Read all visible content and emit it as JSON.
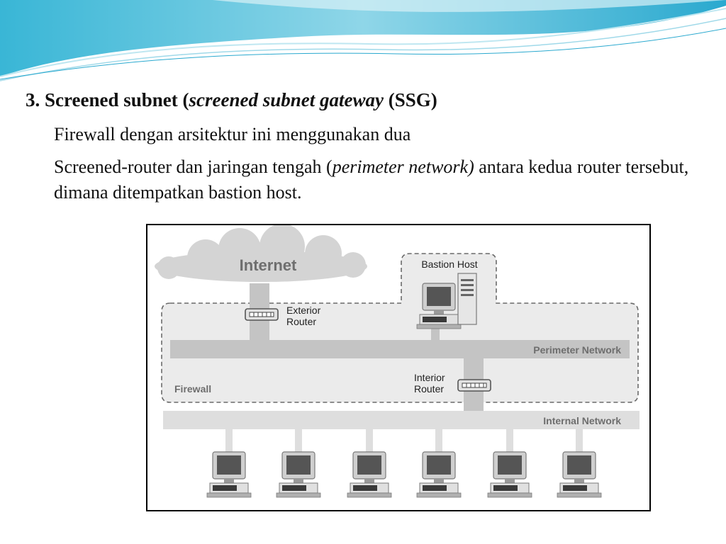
{
  "slide": {
    "heading": {
      "prefix": "3. Screened subnet (",
      "italic": "screened subnet gateway",
      "suffix": " (SSG)"
    },
    "para1": "Firewall dengan arsitektur ini menggunakan dua",
    "para2": {
      "before": "Screened-router dan jaringan tengah (",
      "italic": "perimeter network)",
      "after": " antara kedua router tersebut, dimana ditempatkan bastion host."
    }
  },
  "diagram": {
    "internet": "Internet",
    "bastion_host": "Bastion Host",
    "exterior_router": [
      "Exterior",
      "Router"
    ],
    "interior_router": [
      "Interior",
      "Router"
    ],
    "perimeter_network": "Perimeter Network",
    "internal_network": "Internal Network",
    "firewall": "Firewall",
    "colors": {
      "cloud": "#d4d4d4",
      "firewall_zone": "#ebebeb",
      "bus": "#c4c4c4",
      "internal_bus": "#dedede",
      "label": "#6e6e6e"
    }
  }
}
